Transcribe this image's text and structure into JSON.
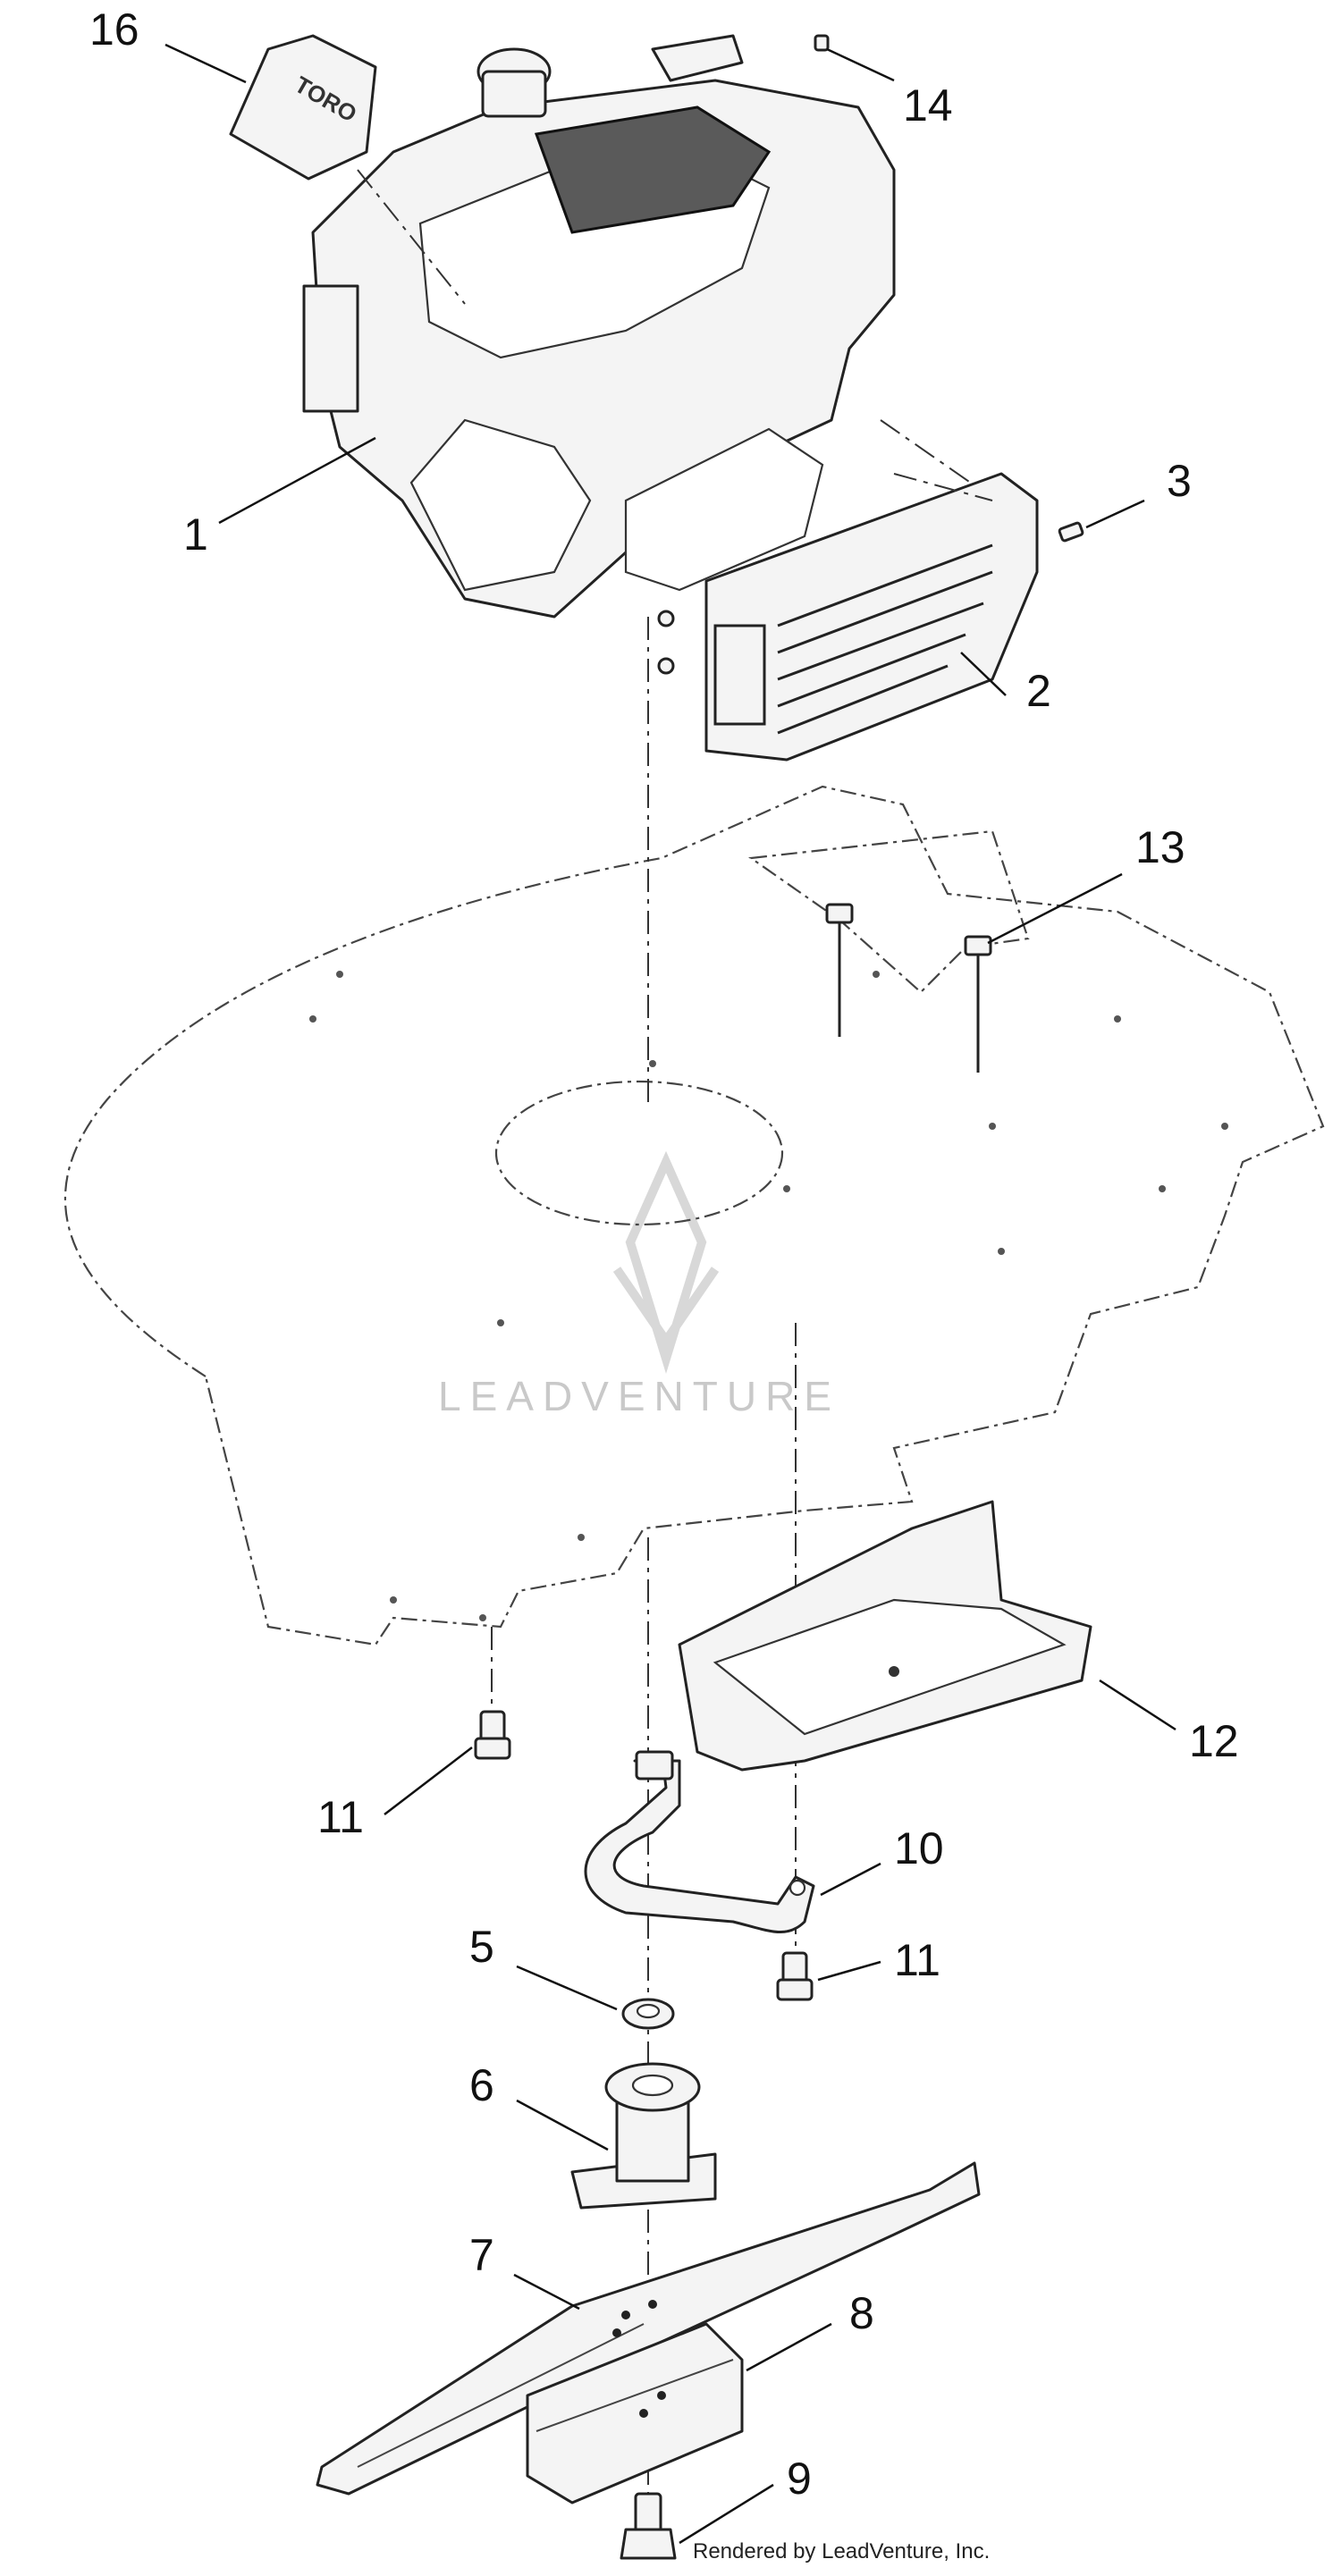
{
  "callouts": {
    "c1": "1",
    "c2": "2",
    "c3": "3",
    "c5": "5",
    "c6": "6",
    "c7": "7",
    "c8": "8",
    "c9": "9",
    "c10": "10",
    "c11a": "11",
    "c11b": "11",
    "c12": "12",
    "c13": "13",
    "c14": "14",
    "c16": "16"
  },
  "decal_text": "TORO",
  "watermark": "LEADVENTURE",
  "footer": "Rendered by LeadVenture, Inc."
}
